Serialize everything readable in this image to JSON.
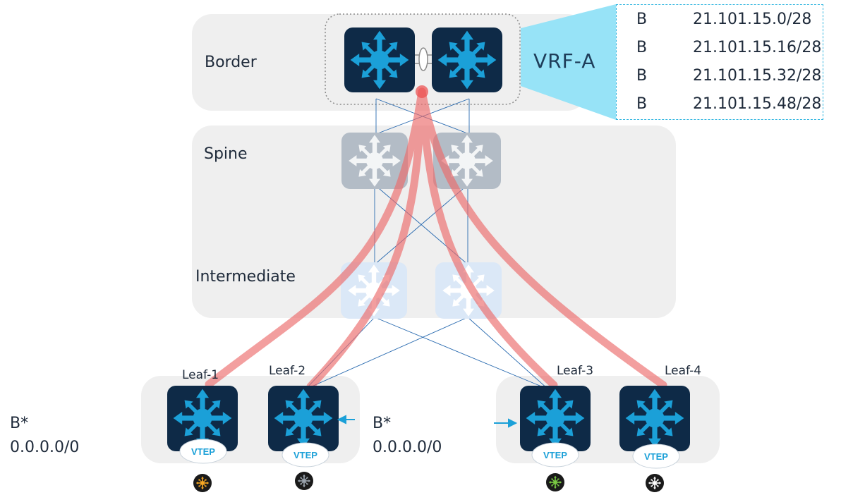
{
  "layers": {
    "border_label": "Border",
    "spine_label": "Spine",
    "intermediate_label": "Intermediate"
  },
  "leaves": [
    {
      "label": "Leaf-1",
      "badge": "VTEP",
      "endpoint_color": "#f5a623"
    },
    {
      "label": "Leaf-2",
      "badge": "VTEP",
      "endpoint_color": "#9aa3ad"
    },
    {
      "label": "Leaf-3",
      "badge": "VTEP",
      "endpoint_color": "#7ac943"
    },
    {
      "label": "Leaf-4",
      "badge": "VTEP",
      "endpoint_color": "#ffffff"
    }
  ],
  "vrf": {
    "name": "VRF-A",
    "routes": [
      {
        "code": "B",
        "prefix": "21.101.15.0/28"
      },
      {
        "code": "B",
        "prefix": "21.101.15.16/28"
      },
      {
        "code": "B",
        "prefix": "21.101.15.32/28"
      },
      {
        "code": "B",
        "prefix": "21.101.15.48/28"
      }
    ]
  },
  "default_routes": {
    "left": {
      "code": "B*",
      "prefix": "0.0.0.0/0"
    },
    "middle": {
      "code": "B*",
      "prefix": "0.0.0.0/0"
    }
  },
  "colors": {
    "switch_dark": "#0e2a47",
    "switch_arrow": "#1ba0d8",
    "spine_gray": "#b3bcc6",
    "intermediate_light": "#dbe8f7",
    "path_red": "#ec6b6b",
    "vrf_cyan": "#97e3f7"
  }
}
